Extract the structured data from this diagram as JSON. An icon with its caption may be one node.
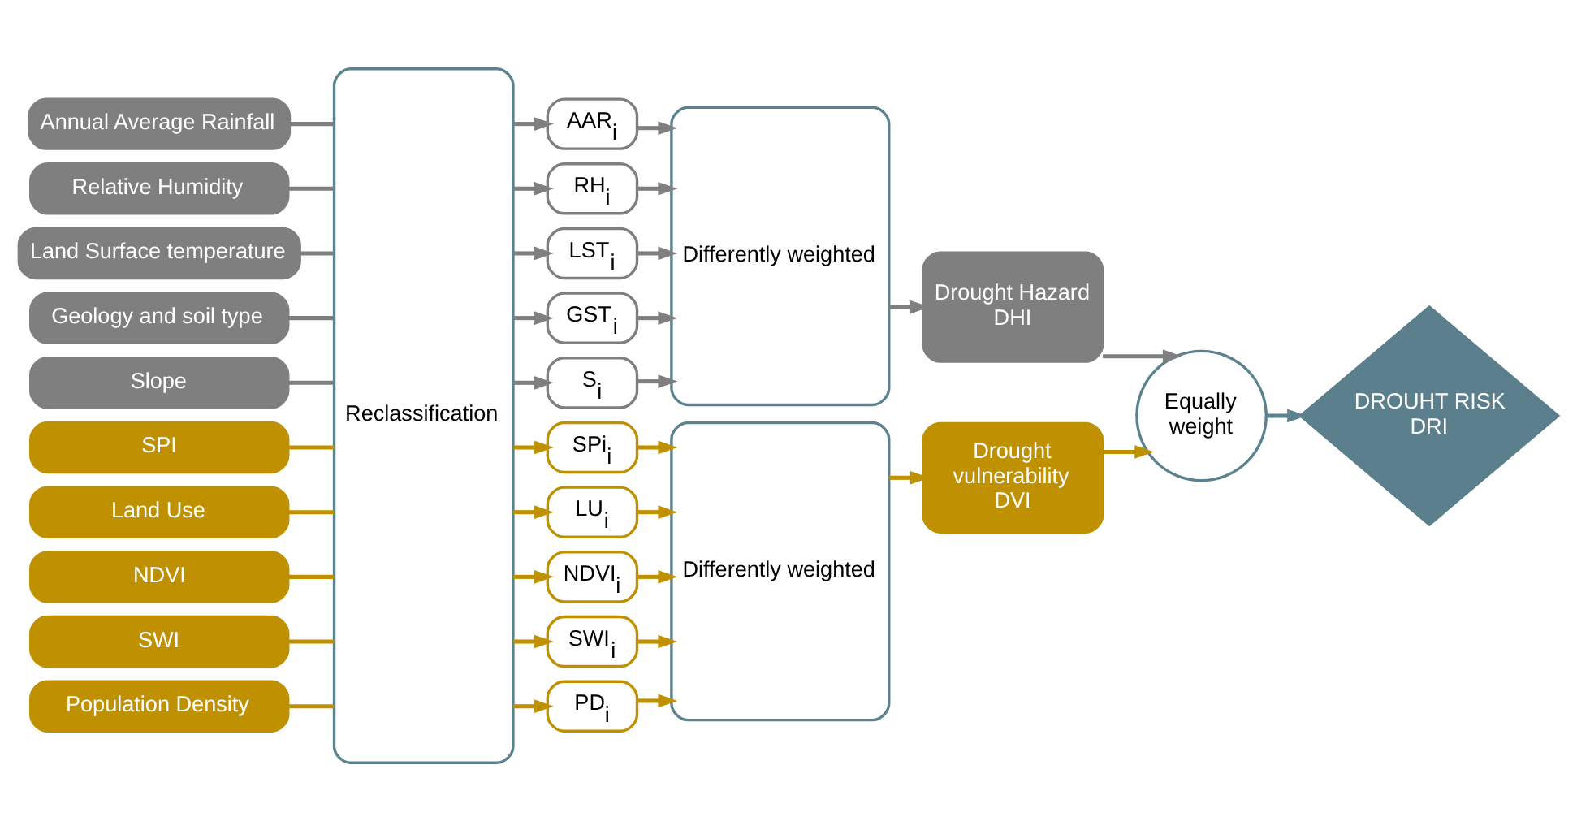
{
  "diagram": {
    "nodes": [
      {
        "text": [
          "Annual Average Rainfall"
        ]
      },
      {
        "text": [
          "Relative Humidity"
        ]
      },
      {
        "text": [
          "Land Surface temperature"
        ]
      },
      {
        "text": [
          "Geology and soil type"
        ]
      },
      {
        "text": [
          "Slope"
        ]
      },
      {
        "text": [
          "SPI"
        ]
      },
      {
        "text": [
          "Land Use"
        ]
      },
      {
        "text": [
          "NDVI"
        ]
      },
      {
        "text": [
          "SWI"
        ]
      },
      {
        "text": [
          "Population Density"
        ]
      },
      {
        "text": [
          "Reclassification"
        ]
      },
      {
        "text": [
          "AAR$_{i}$"
        ]
      },
      {
        "text": [
          "RH$_{i}$"
        ]
      },
      {
        "text": [
          "LST$_{i}$"
        ]
      },
      {
        "text": [
          "GST$_{i}$"
        ]
      },
      {
        "text": [
          "S$_{i}$"
        ]
      },
      {
        "text": [
          "SPi$_{i}$"
        ]
      },
      {
        "text": [
          "LU$_{i}$"
        ]
      },
      {
        "text": [
          "NDVI$_{i}$"
        ]
      },
      {
        "text": [
          "SWI$_{i}$"
        ]
      },
      {
        "text": [
          "PD$_{i}$"
        ]
      },
      {
        "text": [
          "Differently weighted"
        ]
      },
      {
        "text": [
          "Differently weighted"
        ]
      },
      {
        "text": [
          "Drought Hazard DHI"
        ]
      },
      {
        "text": [
          "Equally weight"
        ]
      },
      {
        "text": [
          "DROUHT RISK DRI"
        ]
      },
      {
        "text": [
          "Drought vulnerability DVI"
        ]
      }
    ],
    "edges": [
      {
        "from": 0,
        "to": 10,
        "arrow": "none"
      },
      {
        "from": 1,
        "to": 10,
        "arrow": "none"
      },
      {
        "from": 2,
        "to": 10,
        "arrow": "none"
      },
      {
        "from": 3,
        "to": 10,
        "arrow": "none"
      },
      {
        "from": 4,
        "to": 10,
        "arrow": "none"
      },
      {
        "from": 5,
        "to": 10,
        "arrow": "none",
        "color": "#bf9000"
      },
      {
        "from": 6,
        "to": 10,
        "arrow": "none",
        "color": "#bf9000"
      },
      {
        "from": 7,
        "to": 10,
        "arrow": "none",
        "color": "#bf9000"
      },
      {
        "from": 8,
        "to": 10,
        "arrow": "none",
        "color": "#bf9000"
      },
      {
        "from": 9,
        "to": 10,
        "arrow": "none",
        "color": "#bf9000"
      },
      {
        "from": 10,
        "to": 11,
        "arrow": "to"
      },
      {
        "from": 10,
        "to": 12,
        "arrow": "to"
      },
      {
        "from": 10,
        "to": 13,
        "arrow": "to"
      },
      {
        "from": 10,
        "to": 14,
        "arrow": "to"
      },
      {
        "from": 10,
        "to": 15,
        "arrow": "to"
      },
      {
        "from": 10,
        "to": 16,
        "arrow": "to",
        "color": "#bf9000"
      },
      {
        "from": 10,
        "to": 17,
        "arrow": "to",
        "color": "#bf9000"
      },
      {
        "from": 10,
        "to": 18,
        "arrow": "to",
        "color": "#bf9000"
      },
      {
        "from": 10,
        "to": 19,
        "arrow": "to",
        "color": "#bf9000"
      },
      {
        "from": 10,
        "to": 20,
        "arrow": "to",
        "color": "#bf9000"
      },
      {
        "from": 11,
        "to": 21,
        "arrow": "to"
      },
      {
        "from": 12,
        "to": 21,
        "arrow": "to"
      },
      {
        "from": 13,
        "to": 21,
        "arrow": "to"
      },
      {
        "from": 14,
        "to": 21,
        "arrow": "to"
      },
      {
        "from": 15,
        "to": 21,
        "arrow": "to"
      },
      {
        "from": 16,
        "to": 22,
        "arrow": "to",
        "color": "#bf9000"
      },
      {
        "from": 17,
        "to": 22,
        "arrow": "to",
        "color": "#bf9000"
      },
      {
        "from": 18,
        "to": 22,
        "arrow": "to",
        "color": "#bf9000"
      },
      {
        "from": 19,
        "to": 22,
        "arrow": "to",
        "color": "#bf9000"
      },
      {
        "from": 20,
        "to": 22,
        "arrow": "to",
        "color": "#bf9000"
      },
      {
        "from": 21,
        "to": 23,
        "arrow": "to"
      },
      {
        "from": 22,
        "to": 26,
        "arrow": "to",
        "color": "#bf9000"
      },
      {
        "from": 23,
        "to": 24,
        "arrow": "to"
      },
      {
        "from": 26,
        "to": 24,
        "arrow": "to",
        "color": "#bf9000"
      },
      {
        "from": 24,
        "to": 25,
        "arrow": "to",
        "color": "#5b8290"
      }
    ]
  }
}
